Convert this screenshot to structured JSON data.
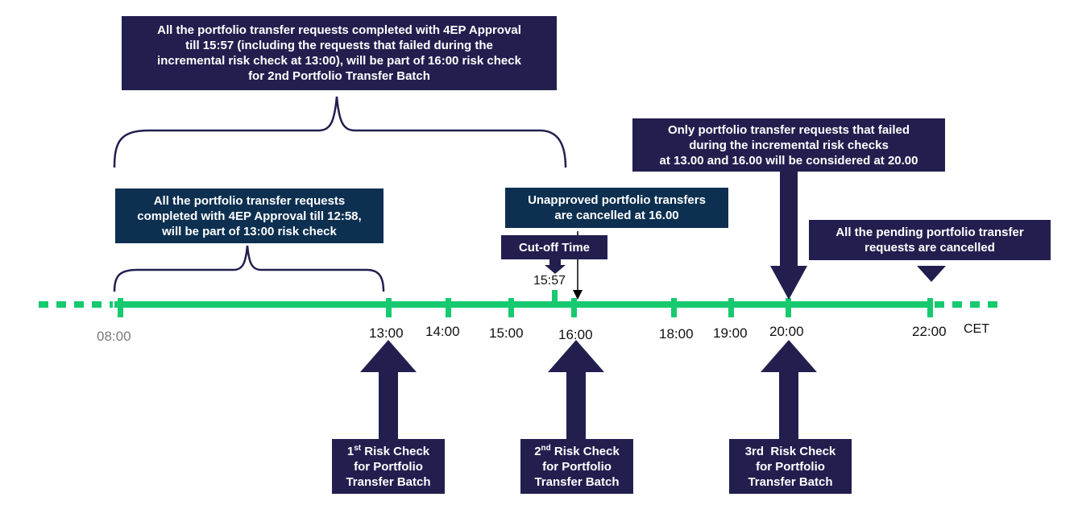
{
  "timeline": {
    "times": [
      "08:00",
      "13:00",
      "14:00",
      "15:00",
      "16:00",
      "18:00",
      "19:00",
      "20:00",
      "22:00"
    ],
    "cutoff_time": "15:57",
    "timezone": "CET"
  },
  "callouts": {
    "top_batch": {
      "lines": [
        "All the portfolio transfer requests completed with 4EP Approval",
        "till 15:57 (including the requests that failed during the",
        "incremental risk check at 13:00), will be part of 16:00 risk check",
        "for 2nd Portfolio Transfer Batch"
      ]
    },
    "first_batch": {
      "lines": [
        "All the portfolio transfer requests",
        "completed with 4EP Approval till 12:58,",
        "will be part of 13:00 risk check"
      ]
    },
    "unapproved": {
      "lines": [
        "Unapproved portfolio transfers",
        "are cancelled at 16.00"
      ]
    },
    "cutoff": {
      "label": "Cut-off Time"
    },
    "failed_only": {
      "lines": [
        "Only portfolio transfer requests that failed",
        "during the incremental risk checks",
        "at 13.00 and 16.00 will be considered at 20.00"
      ]
    },
    "pending_cancelled": {
      "lines": [
        "All the pending portfolio transfer",
        "requests are cancelled"
      ]
    }
  },
  "risk_checks": {
    "first": {
      "num": "1",
      "sup": "st",
      "title": " Risk Check",
      "line2": "for Portfolio",
      "line3": "Transfer Batch"
    },
    "second": {
      "num": "2",
      "sup": "nd",
      "title": " Risk Check",
      "line2": "for Portfolio",
      "line3": "Transfer Batch"
    },
    "third": {
      "title": "3rd  Risk Check",
      "line2": "for Portfolio",
      "line3": "Transfer Batch"
    }
  },
  "colors": {
    "timeline": "#17c96f",
    "navy_box": "#221f4f",
    "teal_box": "#0d3051",
    "arrow": "#221f4f",
    "brace": "#221f4f"
  }
}
